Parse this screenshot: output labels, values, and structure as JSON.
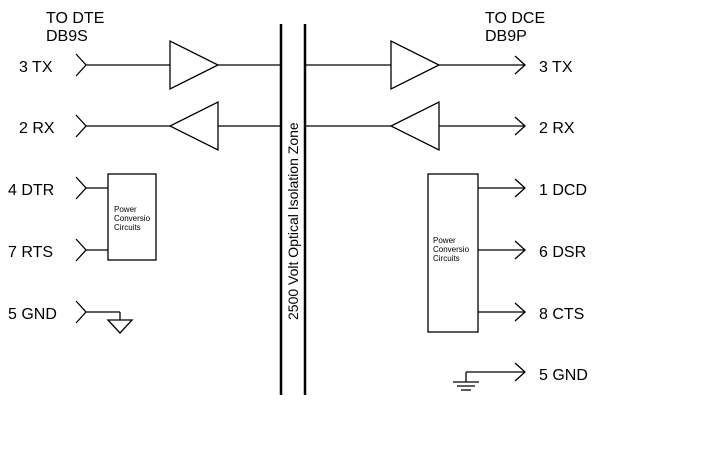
{
  "header": {
    "dte_title_line1": "TO DTE",
    "dte_title_line2": "DB9S",
    "dce_title_line1": "TO DCE",
    "dce_title_line2": "DB9P"
  },
  "isolation_zone_label": "2500 Volt Optical Isolation Zone",
  "dte_pins": {
    "tx": "3 TX",
    "rx": "2 RX",
    "dtr": "4 DTR",
    "rts": "7 RTS",
    "gnd": "5 GND"
  },
  "dce_pins": {
    "tx": "3 TX",
    "rx": "2 RX",
    "dcd": "1 DCD",
    "dsr": "6 DSR",
    "cts": "8 CTS",
    "gnd": "5 GND"
  },
  "dte_power_box": {
    "line1": "Power",
    "line2": "Conversio",
    "line3": "Circuits"
  },
  "dce_power_box": {
    "line1": "Power",
    "line2": "Conversio",
    "line3": "Circuits"
  },
  "icons": [
    "buffer-right-icon",
    "buffer-left-icon",
    "ground-symbol-icon",
    "connector-chevron-icon",
    "arrow-right-icon"
  ]
}
